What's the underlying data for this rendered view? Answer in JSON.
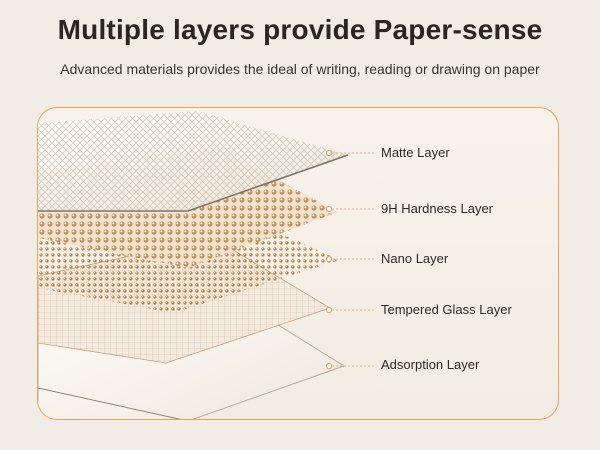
{
  "header": {
    "title": "Multiple layers provide Paper-sense",
    "subtitle": "Advanced materials provides the ideal of writing, reading or drawing on paper"
  },
  "layers": [
    {
      "label": "Matte Layer"
    },
    {
      "label": "9H Hardness Layer"
    },
    {
      "label": "Nano Layer"
    },
    {
      "label": "Tempered Glass Layer"
    },
    {
      "label": "Adsorption Layer"
    }
  ],
  "colors": {
    "accent": "#f0a25c",
    "background": "#f1ece6",
    "dot_gold": "#c8904e",
    "leader_line": "#e0a060"
  }
}
